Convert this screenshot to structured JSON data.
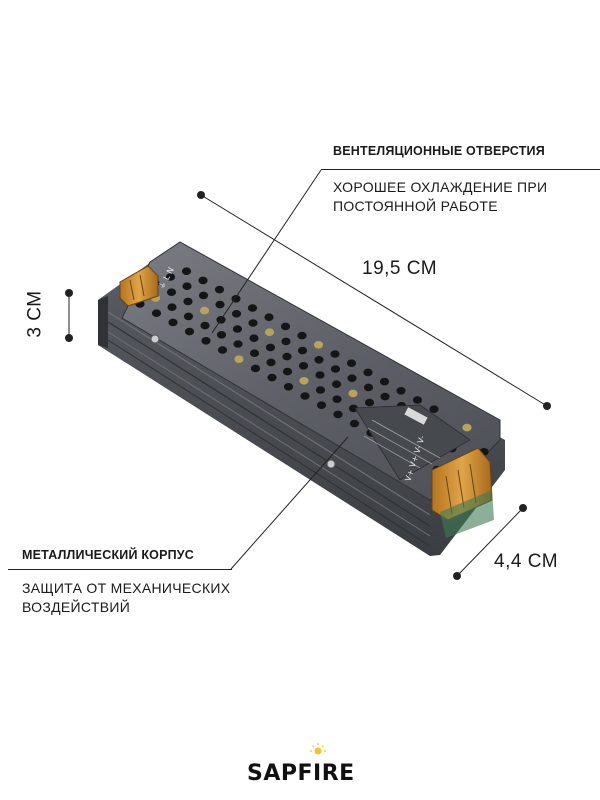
{
  "top_callout": {
    "title": "ВЕНТЕЛЯЦИОННЫЕ ОТВЕРСТИЯ",
    "line1": "ХОРОШЕЕ ОХЛАЖДЕНИЕ ПРИ",
    "line2": "ПОСТОЯННОЙ РАБОТЕ"
  },
  "bottom_callout": {
    "title": "МЕТАЛЛИЧЕСКИЙ КОРПУС",
    "line1": "ЗАЩИТА ОТ МЕХАНИЧЕСКИХ",
    "line2": "ВОЗДЕЙСТВИЙ"
  },
  "dimensions": {
    "length": "19,5 СМ",
    "height": "3 СМ",
    "width": "4,4 СМ"
  },
  "product_label": {
    "terminal_marking": "V+ V+ V- V-",
    "ground_marking": "⏚ L N"
  },
  "brand": {
    "name": "SAPFIRE"
  },
  "colors": {
    "housing": "#5a5d63",
    "housing_dark": "#3b3e43",
    "terminal": "#c98a2e",
    "line": "#222222"
  }
}
